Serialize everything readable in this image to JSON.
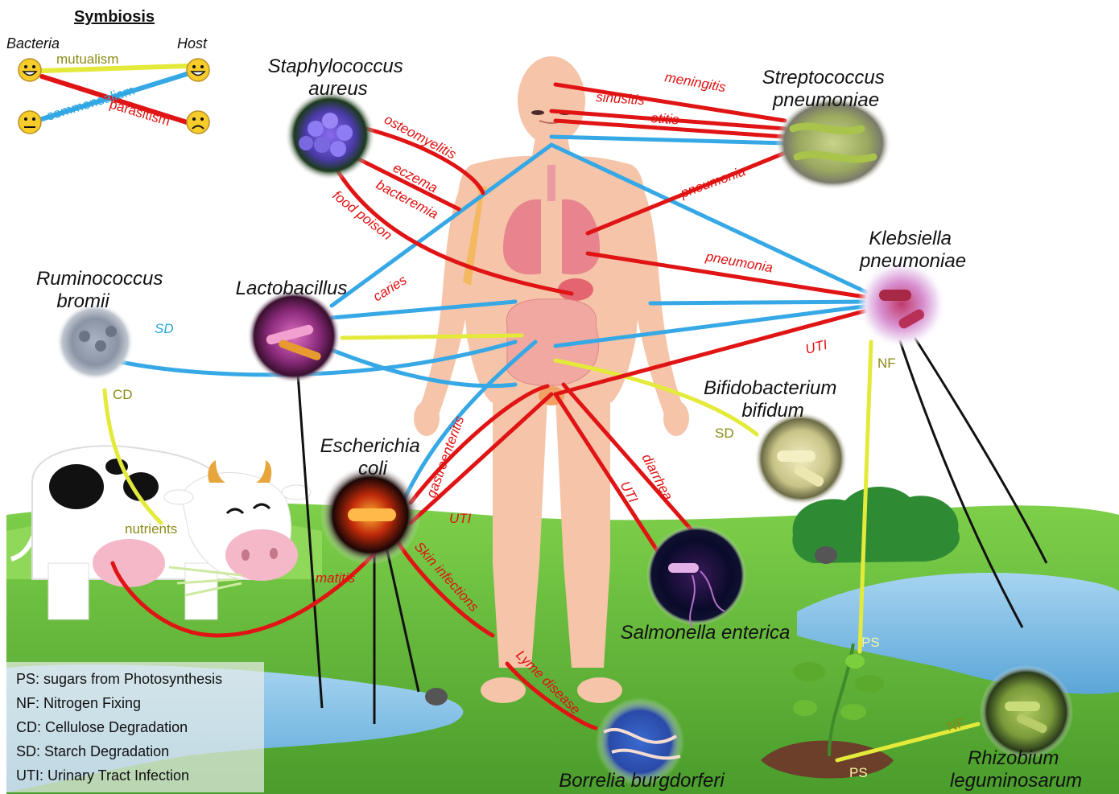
{
  "symbiosis_key": {
    "title": "Symbiosis",
    "bacteria_label": "Bacteria",
    "host_label": "Host",
    "mutualism": "mutualism",
    "commensalism": "commensalism",
    "parasitism": "parasitism"
  },
  "colors": {
    "mutualism": "#e4ea3a",
    "commensalism": "#36a8e6",
    "parasitism": "#e01414",
    "other": "#111111",
    "sky": "#ffffff",
    "grass": "#6cbd3c",
    "water": "#8ac4e8",
    "skin": "#f6c4a8"
  },
  "microbes": {
    "staphylococcus": [
      "Staphylococcus",
      "aureus"
    ],
    "streptococcus": [
      "Streptococcus",
      "pneumoniae"
    ],
    "klebsiella": [
      "Klebsiella",
      "pneumoniae"
    ],
    "ruminococcus": [
      "Ruminococcus",
      "bromii"
    ],
    "lactobacillus": "Lactobacillus",
    "bifidobacterium": [
      "Bifidobacterium",
      "bifidum"
    ],
    "escherichia": [
      "Escherichia",
      "coli"
    ],
    "salmonella": "Salmonella enterica",
    "borrelia": "Borrelia burgdorferi",
    "rhizobium": [
      "Rhizobium",
      "leguminosarum"
    ]
  },
  "links": {
    "meningitis": "meningitis",
    "sinusitis": "sinusitis",
    "otitis": "otitis",
    "pneumonia_strep": "pneumonia",
    "pneumonia_kleb": "pneumonia",
    "osteomyelitis": "osteomyelitis",
    "eczema": "eczema",
    "bacteremia": "bacteremia",
    "food_poison": "food poison",
    "caries": "caries",
    "uti_kleb": "UTI",
    "uti_ecoli": "UTI",
    "uti_salmonella": "UTI",
    "gastroenteritis": "gastroenteritis",
    "diarrhea": "diarrhea",
    "matitis": "matitis",
    "skin_infections": "Skin infections",
    "lyme_disease": "Lyme disease",
    "sd_rumino": "SD",
    "sd_bifido": "SD",
    "cd": "CD",
    "nutrients": "nutrients",
    "nf_kleb": "NF",
    "nf_rhizo": "NF",
    "ps_top": "PS",
    "ps_bottom": "PS"
  },
  "legend": [
    "PS: sugars from Photosynthesis",
    "NF: Nitrogen Fixing",
    "CD: Cellulose Degradation",
    "SD: Starch Degradation",
    "UTI: Urinary Tract Infection"
  ]
}
